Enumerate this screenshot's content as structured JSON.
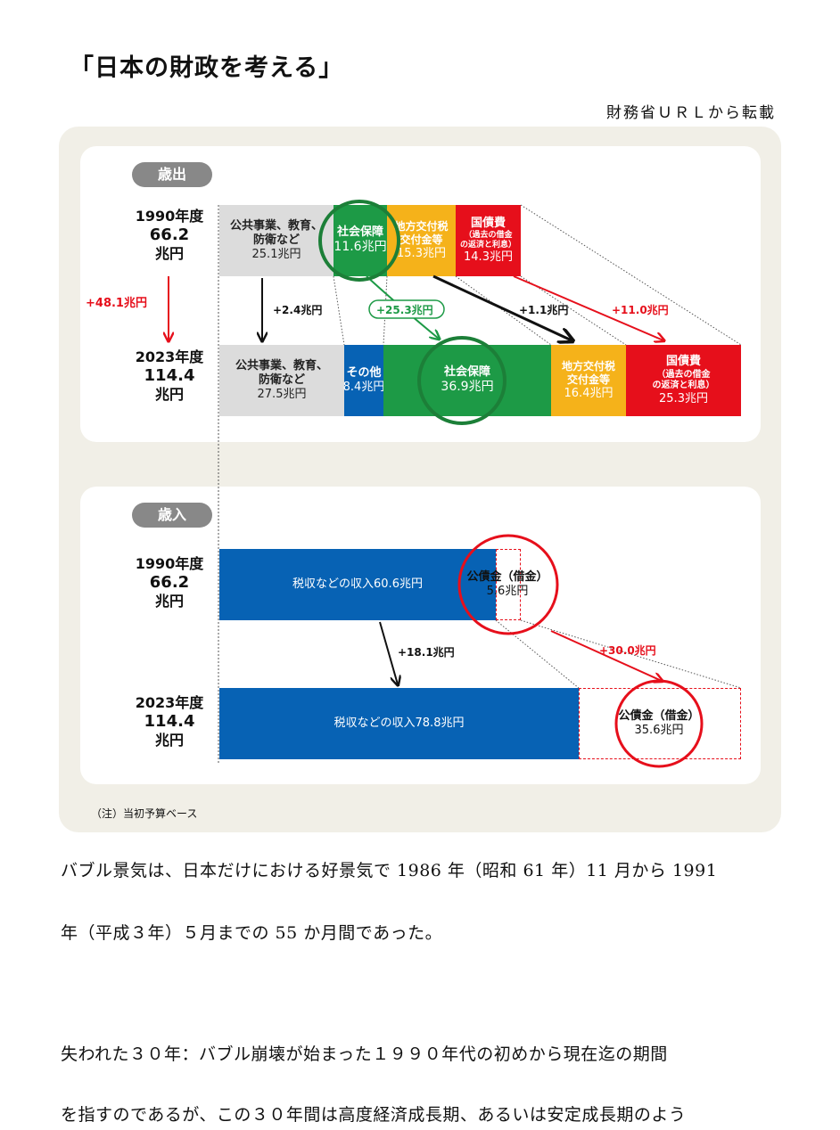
{
  "title": "「日本の財政を考える」",
  "source": "財務省ＵＲＬから転載",
  "figure": {
    "expenditure": {
      "label": "歳出",
      "year1990": [
        "1990年度",
        "66.2",
        "兆円"
      ],
      "year2023": [
        "2023年度",
        "114.4",
        "兆円"
      ],
      "total_diff": "+48.1兆円",
      "bars1990": {
        "public": [
          "公共事業、教育、",
          "防衛など",
          "25.1兆円"
        ],
        "social": [
          "社会保障",
          "11.6兆円"
        ],
        "local": [
          "地方交付税",
          "交付金等",
          "15.3兆円"
        ],
        "debt": [
          "国債費",
          "（過去の借金",
          "の返済と利息）",
          "14.3兆円"
        ]
      },
      "bars2023": {
        "public": [
          "公共事業、教育、",
          "防衛など",
          "27.5兆円"
        ],
        "other": [
          "その他",
          "8.4兆円"
        ],
        "social": [
          "社会保障",
          "36.9兆円"
        ],
        "local": [
          "地方交付税",
          "交付金等",
          "16.4兆円"
        ],
        "debt": [
          "国債費",
          "（過去の借金",
          "の返済と利息）",
          "25.3兆円"
        ]
      },
      "diffs": {
        "public": "+2.4兆円",
        "social": "+25.3兆円",
        "local": "+1.1兆円",
        "debt": "+11.0兆円"
      }
    },
    "revenue": {
      "label": "歳入",
      "year1990": [
        "1990年度",
        "66.2",
        "兆円"
      ],
      "year2023": [
        "2023年度",
        "114.4",
        "兆円"
      ],
      "tax1990": "税収などの収入60.6兆円",
      "bond1990": [
        "公債金（借金）",
        "5.6兆円"
      ],
      "tax2023": "税収などの収入78.8兆円",
      "bond2023": [
        "公債金（借金）",
        "35.6兆円"
      ],
      "diffs": {
        "tax": "+18.1兆円",
        "bond": "+30.0兆円"
      }
    },
    "note": "（注）当初予算ベース"
  },
  "body_text": [
    "バブル景気は、日本だけにおける好景気で 1986 年（昭和 61 年）11 月から 1991",
    "年（平成３年）５月までの 55 か月間であった。",
    "失われた３０年：バブル崩壊が始まった１９９０年代の初めから現在迄の期間",
    "を指すのであるが、この３０年間は高度経済成長期、あるいは安定成長期のよう"
  ],
  "colors": {
    "green": "#1d9a46",
    "yellow": "#f5b21a",
    "red": "#e60f1b",
    "blue": "#0762b4",
    "gray": "#dcdcdc"
  }
}
